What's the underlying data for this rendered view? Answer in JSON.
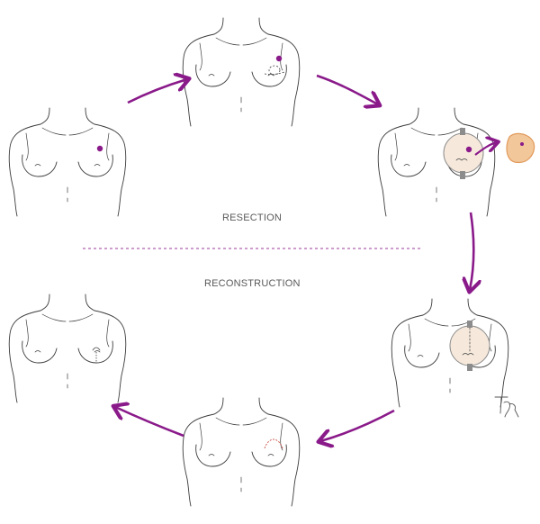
{
  "labels": {
    "resection": "RESECTION",
    "reconstruction": "RECONSTRUCTION"
  },
  "colors": {
    "accent": "#8a1a8a",
    "divider": "#9b3a9b",
    "line": "#3c3c3c",
    "skin_fill": "#f6e9dc",
    "specimen_fill": "#f2c79a",
    "specimen_stroke": "#e29a5c",
    "incision": "#c0392b",
    "implant_gray": "#8c8c8c"
  },
  "steps": [
    {
      "id": "step-1",
      "stage": "resection",
      "marks": [
        "tumor-dot"
      ]
    },
    {
      "id": "step-2",
      "stage": "resection",
      "marks": [
        "tumor-dot",
        "dashed-excision-outline"
      ]
    },
    {
      "id": "step-3",
      "stage": "resection",
      "marks": [
        "tumor-dot",
        "resection-field",
        "specimen"
      ]
    },
    {
      "id": "step-4",
      "stage": "reconstruction",
      "marks": [
        "reconstruction-field"
      ]
    },
    {
      "id": "step-5",
      "stage": "reconstruction",
      "marks": [
        "incision-lines"
      ]
    },
    {
      "id": "step-6",
      "stage": "reconstruction",
      "marks": [
        "closed-scar"
      ]
    }
  ],
  "signature": "TAR"
}
